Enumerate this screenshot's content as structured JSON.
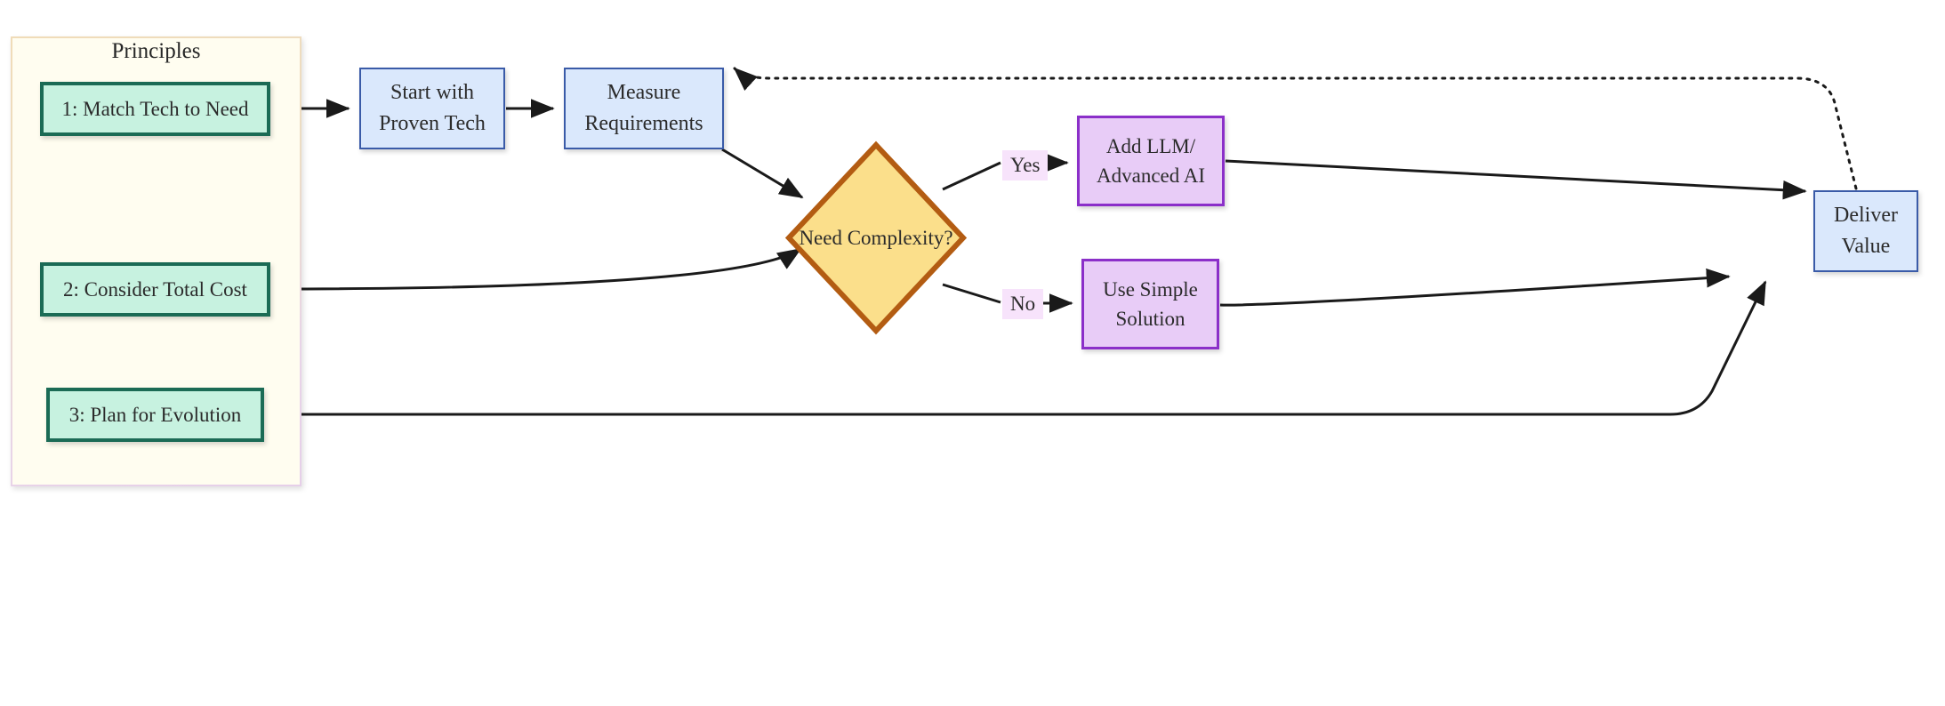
{
  "diagram": {
    "title_hidden": "",
    "type": "flowchart",
    "colors": {
      "subgraph_fill": "#fffdf0",
      "subgraph_border_start": "#f0dcb8",
      "subgraph_border_end": "#e6cfe9",
      "principle_fill": "#c7f2e0",
      "principle_border": "#1b6b55",
      "process_fill": "#dae8fc",
      "process_border": "#3a5ba8",
      "decision_fill": "#fbdf8b",
      "decision_border": "#b35c12",
      "outcome_fill": "#e8ccf7",
      "outcome_border": "#8b2fc9",
      "edge_label_fill": "#f7e3fb",
      "edge_stroke": "#1a1a1a"
    }
  },
  "subgraph": {
    "title": "Principles",
    "principles": [
      {
        "id": "principle-1",
        "label": "1: Match Tech to Need"
      },
      {
        "id": "principle-2",
        "label": "2: Consider Total Cost"
      },
      {
        "id": "principle-3",
        "label": "3: Plan for Evolution"
      }
    ]
  },
  "nodes": {
    "start": {
      "line1": "Start with",
      "line2": "Proven Tech"
    },
    "measure": {
      "line1": "Measure",
      "line2": "Requirements"
    },
    "decision": {
      "line1": "Need",
      "line2": "Complexity?"
    },
    "advanced": {
      "line1": "Add LLM/",
      "line2": "Advanced AI"
    },
    "simple": {
      "line1": "Use Simple",
      "line2": "Solution"
    },
    "deliver": {
      "line1": "Deliver",
      "line2": "Value"
    }
  },
  "edge_labels": {
    "yes": "Yes",
    "no": "No"
  },
  "edges": [
    {
      "from": "principle-1",
      "to": "start",
      "style": "solid",
      "label": ""
    },
    {
      "from": "start",
      "to": "measure",
      "style": "solid",
      "label": ""
    },
    {
      "from": "measure",
      "to": "decision",
      "style": "solid",
      "label": ""
    },
    {
      "from": "principle-2",
      "to": "decision",
      "style": "solid",
      "label": ""
    },
    {
      "from": "decision",
      "to": "advanced",
      "style": "solid",
      "label": "Yes"
    },
    {
      "from": "decision",
      "to": "simple",
      "style": "solid",
      "label": "No"
    },
    {
      "from": "advanced",
      "to": "deliver",
      "style": "solid",
      "label": ""
    },
    {
      "from": "simple",
      "to": "deliver",
      "style": "solid",
      "label": ""
    },
    {
      "from": "principle-3",
      "to": "deliver",
      "style": "solid",
      "label": ""
    },
    {
      "from": "deliver",
      "to": "measure",
      "style": "dotted",
      "label": ""
    }
  ]
}
